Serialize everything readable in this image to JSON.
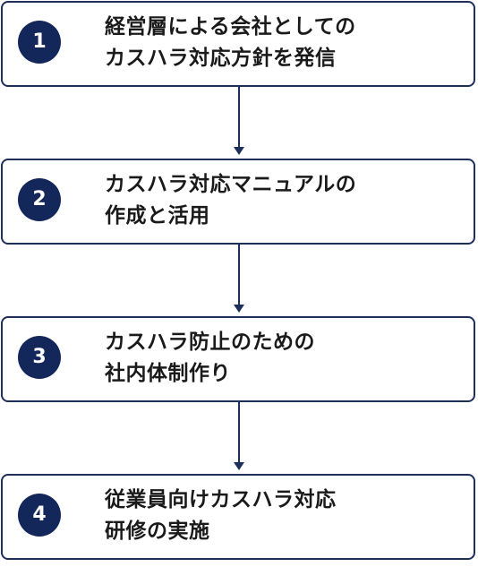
{
  "steps": [
    {
      "number": "1",
      "lines": [
        "経営層による会社としての",
        "カスハラ対応方針を発信"
      ]
    },
    {
      "number": "2",
      "lines": [
        "カスハラ対応マニュアルの",
        "作成と活用"
      ]
    },
    {
      "number": "3",
      "lines": [
        "カスハラ防止のための",
        "社内体制作り"
      ]
    },
    {
      "number": "4",
      "lines": [
        "従業員向けカスハラ対応",
        "研修の実施"
      ]
    }
  ]
}
